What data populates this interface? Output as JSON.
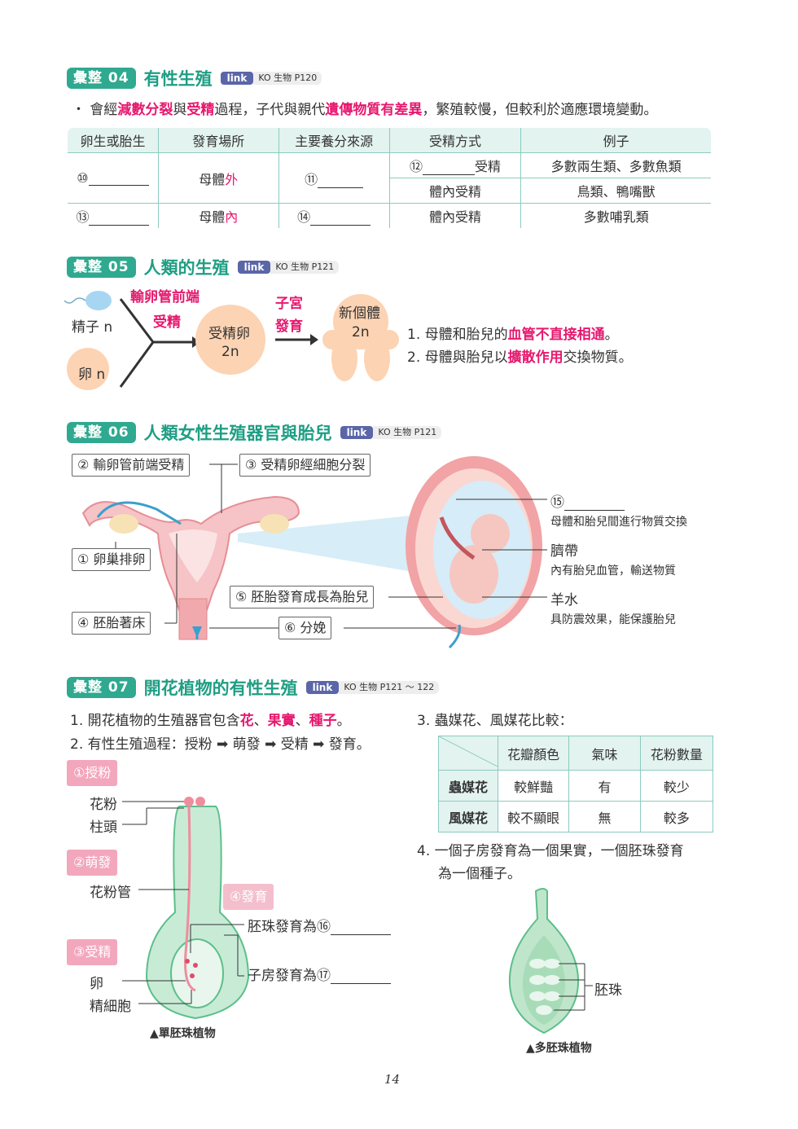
{
  "s04": {
    "badge": "彙整 04",
    "title": "有性生殖",
    "link": "link",
    "ref": "KO 生物 P120",
    "bullet_pre": "會經",
    "bullet_k1": "減數分裂",
    "bullet_mid1": "與",
    "bullet_k2": "受精",
    "bullet_mid2": "過程，子代與親代",
    "bullet_k3": "遺傳物質有差異",
    "bullet_post": "，繁殖較慢，但較利於適應環境變動。",
    "headers": [
      "卵生或胎生",
      "發育場所",
      "主要養分來源",
      "受精方式",
      "例子"
    ],
    "r1_c1": "⑩",
    "r1_c2_pre": "母體",
    "r1_c2_k": "外",
    "r1_c3": "⑪",
    "r1a_c4_num": "⑫",
    "r1a_c4_txt": "受精",
    "r1a_c5": "多數兩生類、多數魚類",
    "r1b_c4": "體內受精",
    "r1b_c5": "鳥類、鴨嘴獸",
    "r2_c1": "⑬",
    "r2_c2_pre": "母體",
    "r2_c2_k": "內",
    "r2_c3": "⑭",
    "r2_c4": "體內受精",
    "r2_c5": "多數哺乳類"
  },
  "s05": {
    "badge": "彙整 05",
    "title": "人類的生殖",
    "link": "link",
    "ref": "KO 生物 P121",
    "sperm": "精子 n",
    "egg": "卵 n",
    "arrow1_l1": "輸卵管前端",
    "arrow1_l2": "受精",
    "zygote_l1": "受精卵",
    "zygote_l2": "2n",
    "arrow2_l1": "子宮",
    "arrow2_l2": "發育",
    "baby_l1": "新個體",
    "baby_l2": "2n",
    "p1_pre": "1. 母體和胎兒的",
    "p1_k": "血管不直接相通",
    "p1_post": "。",
    "p2_pre": "2. 母體與胎兒以",
    "p2_k": "擴散作用",
    "p2_post": "交換物質。"
  },
  "s06": {
    "badge": "彙整 06",
    "title": "人類女性生殖器官與胎兒",
    "link": "link",
    "ref": "KO 生物 P121",
    "l2": "② 輸卵管前端受精",
    "l3": "③ 受精卵經細胞分裂",
    "l1": "① 卵巢排卵",
    "l5": "⑤ 胚胎發育成長為胎兒",
    "l4": "④ 胚胎著床",
    "l6": "⑥ 分娩",
    "n15": "⑮",
    "n15_desc": "母體和胎兒間進行物質交換",
    "cord": "臍帶",
    "cord_desc": "內有胎兒血管，輸送物質",
    "fluid": "羊水",
    "fluid_desc": "具防震效果，能保護胎兒"
  },
  "s07": {
    "badge": "彙整 07",
    "title": "開花植物的有性生殖",
    "link": "link",
    "ref": "KO 生物 P121 ～ 122",
    "p1_pre": "1. 開花植物的生殖器官包含",
    "p1_k1": "花",
    "p1_k2": "果實",
    "p1_k3": "種子",
    "p1_sep": "、",
    "p1_post": "。",
    "p2": "2. 有性生殖過程：授粉 ➡ 萌發 ➡ 受精 ➡ 發育。",
    "p3": "3. 蟲媒花、風媒花比較：",
    "t_headers": [
      "花瓣顏色",
      "氣味",
      "花粉數量"
    ],
    "t_r1": [
      "蟲媒花",
      "較鮮豔",
      "有",
      "較少"
    ],
    "t_r2": [
      "風媒花",
      "較不顯眼",
      "無",
      "較多"
    ],
    "p4_l1": "4. 一個子房發育為一個果實，一個胚珠發育",
    "p4_l2": "為一個種子。",
    "b1": "①授粉",
    "b2": "②萌發",
    "b3": "③受精",
    "b4": "④發育",
    "pollen": "花粉",
    "stigma": "柱頭",
    "tube": "花粉管",
    "egg": "卵",
    "sperm": "精細胞",
    "ovule_pre": "胚珠發育為",
    "ovule_num": "⑯",
    "ovary_pre": "子房發育為",
    "ovary_num": "⑰",
    "cap1": "▲單胚珠植物",
    "cap2": "▲多胚珠植物",
    "ovule_lbl": "胚珠"
  },
  "page_number": "14"
}
